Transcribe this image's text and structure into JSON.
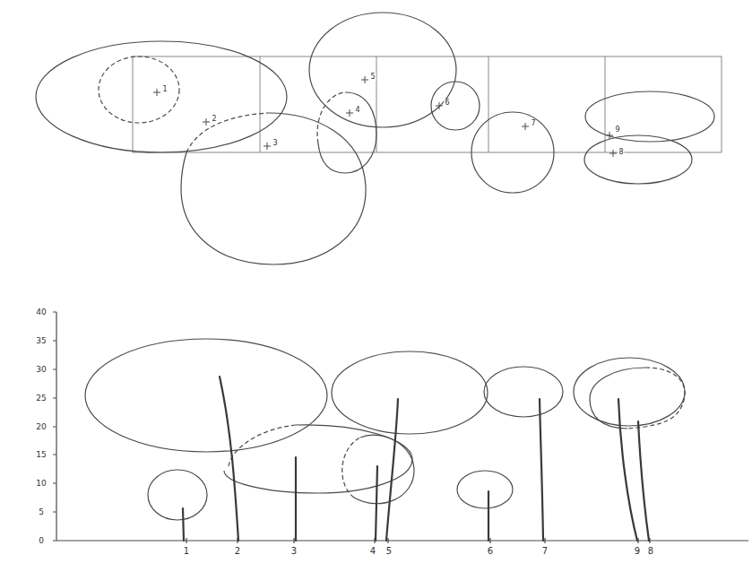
{
  "diagram": {
    "labels": [
      "0",
      "5",
      "10",
      "15",
      "20",
      "25",
      "30",
      "35",
      "40",
      "1",
      "2",
      "3",
      "4",
      "5",
      "6",
      "7",
      "9",
      "8",
      "1",
      "2",
      "3",
      "4",
      "5",
      "6",
      "7",
      "9",
      "8"
    ]
  }
}
